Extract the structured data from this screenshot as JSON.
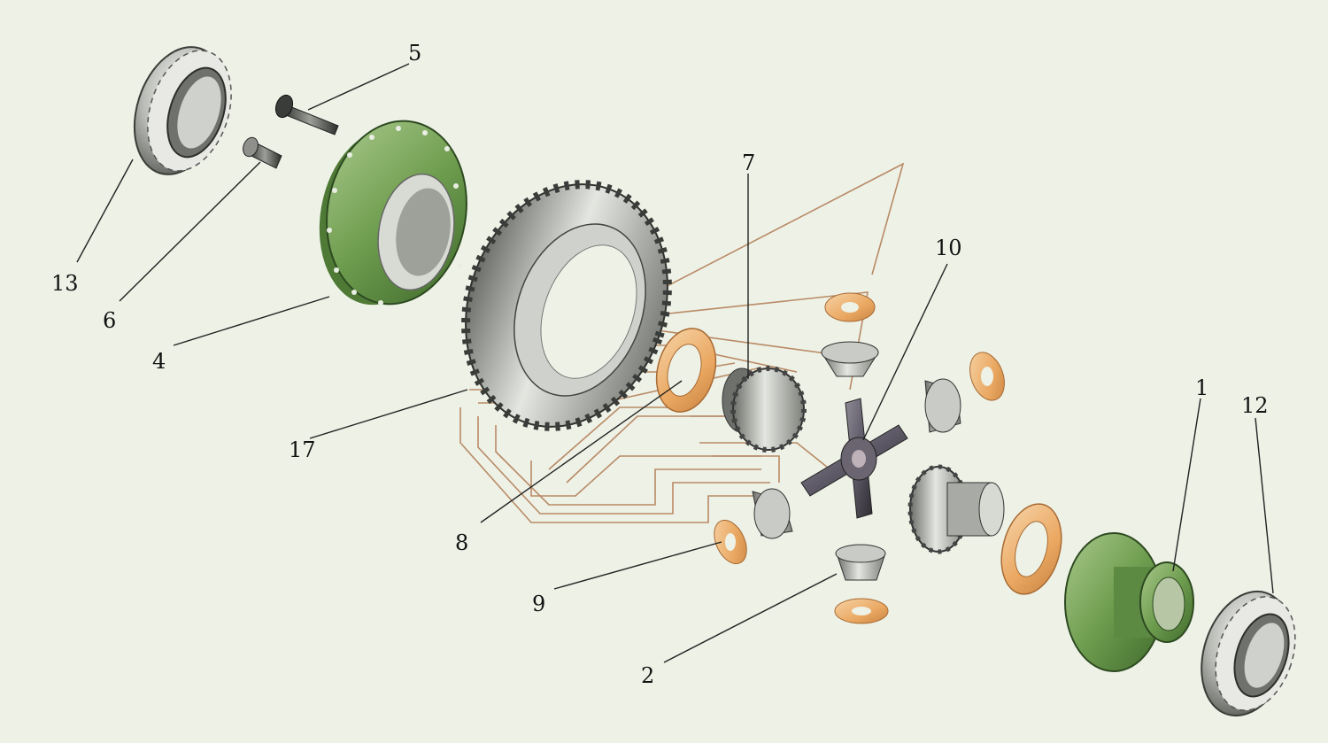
{
  "colors": {
    "background": "#edf1e6",
    "housing_green": "#6f9d4f",
    "steel": "#b9bcb6",
    "washer_orange": "#eaa862",
    "guide_brown": "#b98a66",
    "leader": "#222222"
  },
  "callouts": {
    "c13": "13",
    "c6": "6",
    "c5": "5",
    "c4": "4",
    "c17": "17",
    "c7": "7",
    "c8": "8",
    "c10": "10",
    "c9": "9",
    "c2": "2",
    "c1": "1",
    "c12": "12"
  }
}
